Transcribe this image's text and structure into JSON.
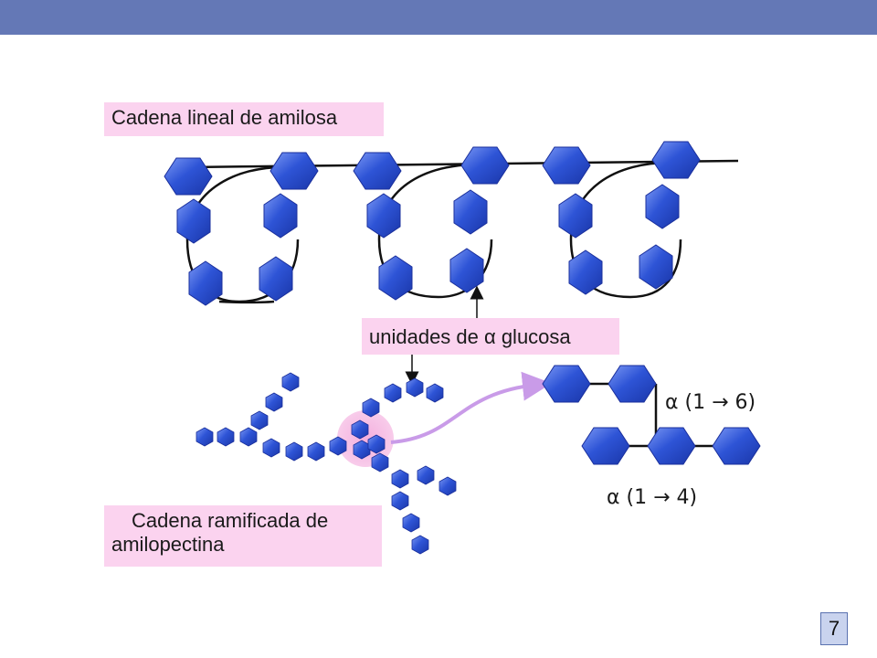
{
  "colors": {
    "top_bar": "#6478b6",
    "label_background": "#fbd3ef",
    "glucose_unit": "#2d4fd4",
    "glucose_unit_light": "#6f8cf0",
    "highlight_circle": "#f6b9e2",
    "connector_arrow": "#c99be8",
    "chain_line": "#111111"
  },
  "labels": {
    "amylose_chain": "Cadena lineal de amilosa",
    "glucose_units": "unidades de α glucosa",
    "amylopectin_chain_line1": "Cadena ramificada de",
    "amylopectin_chain_line2": "amilopectina"
  },
  "bonds": {
    "alpha_1_6": "α (1 → 6)",
    "alpha_1_4": "α (1 → 4)"
  },
  "slide": {
    "page_number": "7"
  }
}
